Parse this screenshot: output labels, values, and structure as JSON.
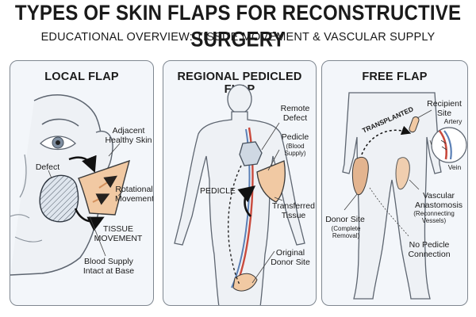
{
  "title": "TYPES OF SKIN FLAPS FOR RECONSTRUCTIVE SURGERY",
  "subtitle": "EDUCATIONAL OVERVIEW: TISSUE MOVEMENT & VASCULAR SUPPLY",
  "panels": {
    "local": {
      "heading": "LOCAL FLAP",
      "adjacent": [
        "Adjacent",
        "Healthy Skin"
      ],
      "defect": "Defect",
      "rotational": [
        "Rotational",
        "Movement"
      ],
      "tissue": [
        "TISSUE",
        "MOVEMENT"
      ],
      "blood": [
        "Blood Supply",
        "Intact at Base"
      ]
    },
    "regional": {
      "heading": "REGIONAL PEDICLED FLAP",
      "remote": [
        "Remote",
        "Defect"
      ],
      "pedicle": "Pedicle",
      "pedicle_note": [
        "(Blood",
        "Supply)"
      ],
      "pedicle_side": "PEDICLE",
      "transferred": [
        "Transferred",
        "Tissue"
      ],
      "original": [
        "Original",
        "Donor Site"
      ]
    },
    "free": {
      "heading": "FREE FLAP",
      "recipient": [
        "Recipient",
        "Site"
      ],
      "transplanted": "TRANSPLANTED",
      "artery": "Artery",
      "vein": "Vein",
      "vascular": [
        "Vascular",
        "Anastomosis"
      ],
      "vascular_note": "(Reconnecting Vessels)",
      "donor": "Donor Site",
      "donor_note": [
        "(Complete",
        "Removal)"
      ],
      "no_pedicle": [
        "No Pedicle",
        "Connection"
      ]
    }
  },
  "colors": {
    "panel_bg": "#f3f6fa",
    "skin": "#e3b48f",
    "flap_fill": "#f1c9a3",
    "artery": "#c94a3d",
    "vein": "#5a7fb5",
    "outline": "#5d6570"
  },
  "icons": [
    "face-outline",
    "arm-outline",
    "body-outline",
    "legs-outline",
    "curved-arrow",
    "vessel-inset"
  ]
}
